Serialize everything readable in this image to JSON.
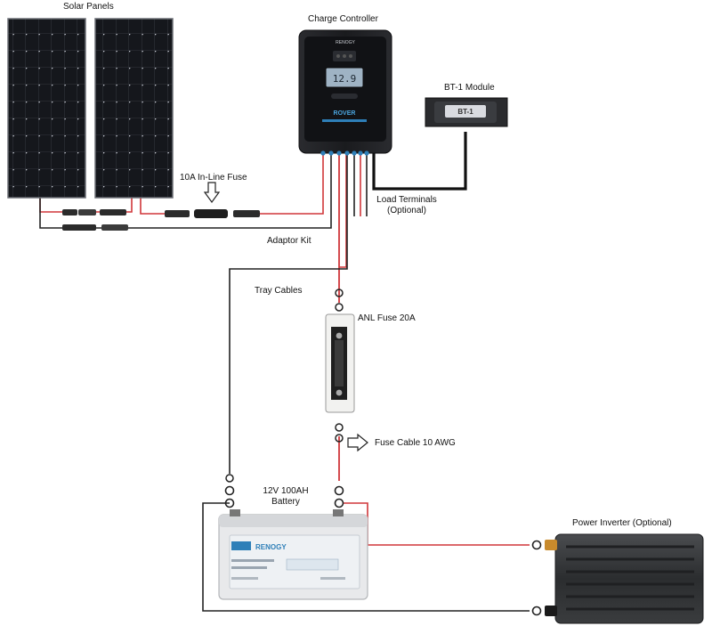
{
  "labels": {
    "solar_panels": "Solar Panels",
    "charge_controller": "Charge Controller",
    "bt_module": "BT-1 Module",
    "inline_fuse": "10A In-Line Fuse",
    "load_terminals_line1": "Load Terminals",
    "load_terminals_line2": "(Optional)",
    "adaptor_kit": "Adaptor Kit",
    "tray_cables": "Tray Cables",
    "anl_fuse": "ANL Fuse 20A",
    "fuse_cable": "Fuse Cable 10 AWG",
    "battery_line1": "12V 100AH",
    "battery_line2": "Battery",
    "power_inverter": "Power Inverter (Optional)"
  },
  "device_text": {
    "controller_brand": "RENOGY",
    "controller_model": "ROVER",
    "controller_display": "12.9",
    "bt_label": "BT-1",
    "battery_brand": "RENOGY"
  },
  "colors": {
    "positive_wire": "#d0373a",
    "negative_wire": "#222222",
    "panel": "#15171c",
    "controller": "#1c1d20",
    "accent_blue": "#2e7fb8",
    "inverter": "#333537"
  }
}
